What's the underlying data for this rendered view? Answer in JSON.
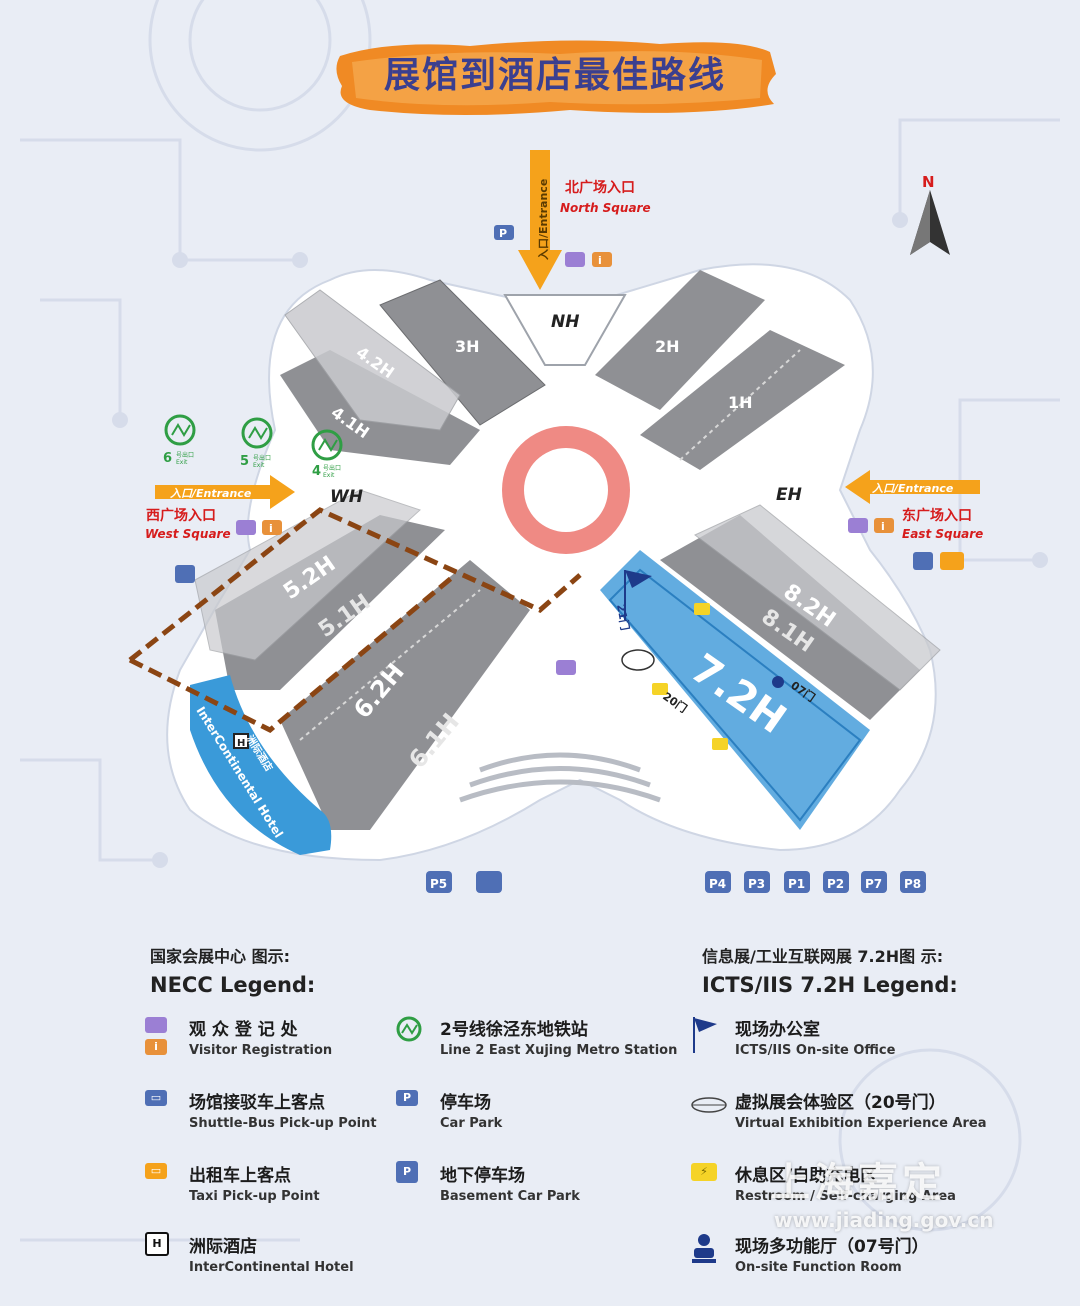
{
  "title": "展馆到酒店最佳路线",
  "map": {
    "north_square": {
      "cn": "北广场入口",
      "en": "North Square",
      "entrance": "入口/Entrance"
    },
    "west_square": {
      "cn": "西广场入口",
      "en": "West Square",
      "entrance": "入口/Entrance"
    },
    "east_square": {
      "cn": "东广场入口",
      "en": "East Square",
      "entrance": "入口/Entrance"
    },
    "gates": {
      "north": "NH",
      "west": "WH",
      "east": "EH"
    },
    "north_marker": "N",
    "halls": [
      "3H",
      "4.2H",
      "4.1H",
      "2H",
      "1H",
      "5.2H",
      "5.1H",
      "6.2H",
      "6.1H",
      "8.2H",
      "8.1H",
      "7.2H"
    ],
    "hotel_label": "InterContinental Hotel",
    "hotel_cn": "洲际酒店",
    "gate_labels": {
      "g21": "21门",
      "g20": "20门",
      "g07": "07门"
    },
    "metro_exits": [
      {
        "num": "6",
        "label": "号出口",
        "exit": "Exit"
      },
      {
        "num": "5",
        "label": "号出口",
        "exit": "Exit"
      },
      {
        "num": "4",
        "label": "号出口",
        "exit": "Exit"
      }
    ],
    "parking": [
      "P5",
      "P4",
      "P3",
      "P1",
      "P2",
      "P7",
      "P8"
    ],
    "info_i": "i",
    "p_label": "P",
    "h_label": "H"
  },
  "legend": {
    "necc": {
      "heading_cn": "国家会展中心 图示:",
      "heading_en": "NECC Legend:",
      "items": [
        {
          "cn": "观 众 登 记 处",
          "en": "Visitor Registration",
          "icon": "registration-icon"
        },
        {
          "cn": "场馆接驳车上客点",
          "en": "Shuttle-Bus Pick-up Point",
          "icon": "bus-icon"
        },
        {
          "cn": "出租车上客点",
          "en": "Taxi Pick-up Point",
          "icon": "taxi-icon"
        },
        {
          "cn": "洲际酒店",
          "en": "InterContinental Hotel",
          "icon": "hotel-icon"
        }
      ]
    },
    "middle": {
      "items": [
        {
          "cn": "2号线徐泾东地铁站",
          "en": "Line 2 East Xujing Metro Station",
          "icon": "metro-icon"
        },
        {
          "cn": "停车场",
          "en": "Car Park",
          "icon": "parking-icon"
        },
        {
          "cn": "地下停车场",
          "en": "Basement Car Park",
          "icon": "basement-parking-icon"
        }
      ]
    },
    "icts": {
      "heading_cn": "信息展/工业互联网展 7.2H图 示:",
      "heading_en": "ICTS/IIS 7.2H Legend:",
      "items": [
        {
          "cn": "现场办公室",
          "en": "ICTS/IIS On-site Office",
          "icon": "flag-icon"
        },
        {
          "cn": "虚拟展会体验区（20号门）",
          "en": "Virtual Exhibition Experience Area",
          "icon": "vr-glasses-icon"
        },
        {
          "cn": "休息区/自助充电区",
          "en": "Restroom / Self-charging Area",
          "icon": "charging-icon"
        },
        {
          "cn": "现场多功能厅（07号门）",
          "en": "On-site Function Room",
          "icon": "function-room-icon"
        }
      ]
    }
  },
  "watermark": {
    "line1": "上海嘉定",
    "line2": "www.jiading.gov.cn"
  },
  "colors": {
    "title": "#3b3f8f",
    "title_brush": "#f08a24",
    "entrance_arrow": "#f5a21b",
    "square_label": "#d61c1c",
    "hall_gray": "#8f9094",
    "ring": "#ef8a84",
    "hall_72": "#5aa8de",
    "hotel_band": "#3a9ad9",
    "route_dash": "#8b4513",
    "metro_green": "#2f9e44",
    "registration_purple": "#9b7fd4",
    "info_orange": "#e8913a",
    "parking_blue": "#4f6fb5"
  }
}
